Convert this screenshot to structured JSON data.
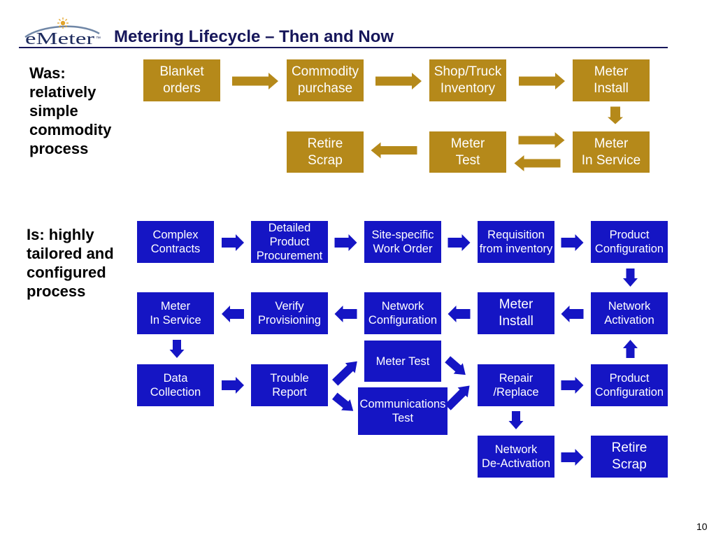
{
  "header": {
    "logo_text": "eMeter",
    "logo_tm": "™",
    "title": "Metering Lifecycle – Then and Now"
  },
  "colors": {
    "title": "#16165A",
    "then_box": "#B5891A",
    "now_box": "#1515C4",
    "box_text": "#FFFFFF"
  },
  "then": {
    "label": [
      "Was:",
      "relatively",
      "simple",
      "commodity",
      "process"
    ],
    "steps": [
      {
        "lines": [
          "Blanket",
          "orders"
        ]
      },
      {
        "lines": [
          "Commodity",
          "purchase"
        ]
      },
      {
        "lines": [
          "Shop/Truck",
          "Inventory"
        ]
      },
      {
        "lines": [
          "Meter",
          "Install"
        ]
      },
      {
        "lines": [
          "Meter",
          "In Service"
        ]
      },
      {
        "lines": [
          "Meter",
          "Test"
        ]
      },
      {
        "lines": [
          "Retire",
          "Scrap"
        ]
      }
    ]
  },
  "now": {
    "label": [
      "Is: highly",
      "tailored and",
      "configured",
      "process"
    ],
    "steps": [
      {
        "lines": [
          "Complex",
          "Contracts"
        ]
      },
      {
        "lines": [
          "Detailed",
          "Product",
          "Procurement"
        ]
      },
      {
        "lines": [
          "Site-specific",
          "Work Order"
        ]
      },
      {
        "lines": [
          "Requisition",
          "from inventory"
        ]
      },
      {
        "lines": [
          "Product",
          "Configuration"
        ]
      },
      {
        "lines": [
          "Network",
          "Activation"
        ]
      },
      {
        "lines": [
          "Meter",
          "Install"
        ]
      },
      {
        "lines": [
          "Network",
          "Configuration"
        ]
      },
      {
        "lines": [
          "Verify",
          "Provisioning"
        ]
      },
      {
        "lines": [
          "Meter",
          "In Service"
        ]
      },
      {
        "lines": [
          "Data",
          "Collection"
        ]
      },
      {
        "lines": [
          "Trouble",
          "Report"
        ]
      },
      {
        "lines": [
          "Meter Test"
        ]
      },
      {
        "lines": [
          "Communications",
          "Test"
        ]
      },
      {
        "lines": [
          "Repair",
          "/Replace"
        ]
      },
      {
        "lines": [
          "Product",
          "Configuration"
        ]
      },
      {
        "lines": [
          "Network",
          "De-Activation"
        ]
      },
      {
        "lines": [
          "Retire",
          "Scrap"
        ]
      }
    ]
  },
  "page_number": "10"
}
